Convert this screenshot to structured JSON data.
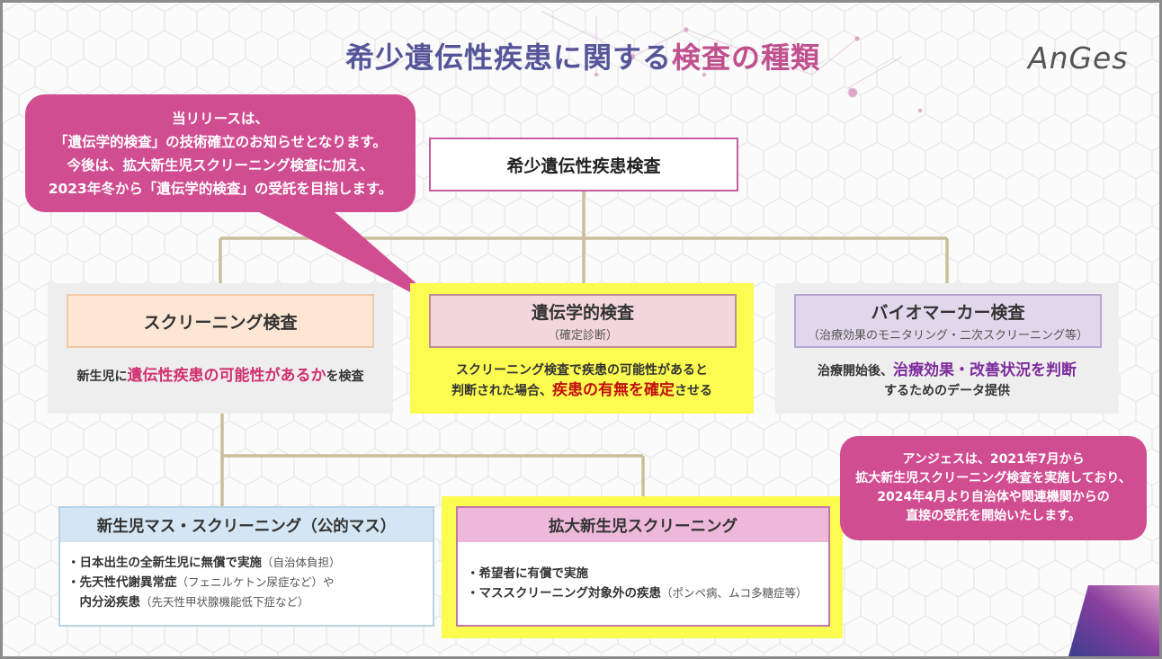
{
  "title": {
    "part1": "希少遺伝性疾患に関する",
    "part2": "検査の種類"
  },
  "logo": {
    "text": "AnGes"
  },
  "callout_release": {
    "lines": [
      "当リリースは、",
      "「遺伝学的検査」の技術確立のお知らせとなります。",
      "今後は、拡大新生児スクリーニング検査に加え、",
      "2023年冬から「遺伝学的検査」の受託を目指します。"
    ]
  },
  "root": {
    "label": "希少遺伝性疾患検査"
  },
  "screening": {
    "label": "スクリーニング検査",
    "desc_pre": "新生児に",
    "desc_emph": "遺伝性疾患の可能性があるか",
    "desc_post": "を検査"
  },
  "genetic": {
    "label": "遺伝学的検査",
    "sub": "（確定診断）",
    "desc_line1": "スクリーニング検査で疾患の可能性があると",
    "desc_pre": "判断された場合、",
    "desc_emph": "疾患の有無を確定",
    "desc_post": "させる"
  },
  "biomarker": {
    "label": "バイオマーカー検査",
    "sub": "（治療効果のモニタリング・二次スクリーニング等）",
    "desc_pre": "治療開始後、",
    "desc_emph": "治療効果・改善状況を判断",
    "desc_line2": "するためのデータ提供"
  },
  "mass_screening": {
    "label": "新生児マス・スクリーニング（公的マス）",
    "items": [
      {
        "bold": "・日本出生の全新生児に無償で実施",
        "note": "（自治体負担）"
      },
      {
        "bold": "・先天性代謝異常症",
        "note": "（フェニルケトン尿症など）や"
      },
      {
        "bold": "　内分泌疾患",
        "note": "（先天性甲状腺機能低下症など）"
      }
    ]
  },
  "extended_screening": {
    "label": "拡大新生児スクリーニング",
    "items": [
      {
        "bold": "・希望者に有償で実施",
        "note": ""
      },
      {
        "bold": "・マススクリーニング対象外の疾患",
        "note": "（ポンペ病、ムコ多糖症等）"
      }
    ]
  },
  "callout_anges": {
    "lines": [
      "アンジェスは、2021年7月から",
      "拡大新生児スクリーニング検査を実施しており、",
      "2024年4月より自治体や関連機関からの",
      "直接の受託を開始いたします。"
    ]
  },
  "colors": {
    "title_blue": "#55559a",
    "title_pink": "#c0508e",
    "callout": "#d14d91",
    "connector": "#c9bf9a",
    "highlight": "#fbfb50"
  }
}
